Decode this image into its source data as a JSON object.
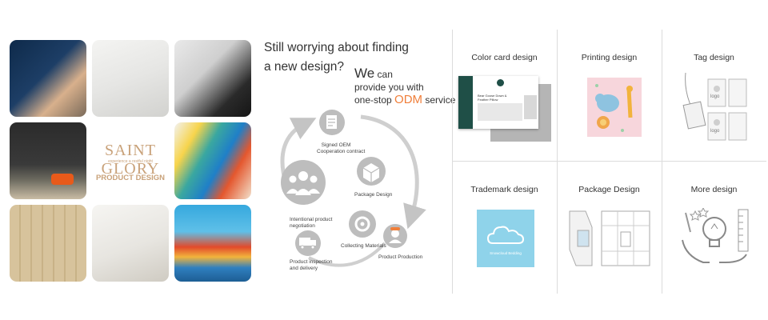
{
  "logo": {
    "brand": "SAINT GLORY",
    "tagline": "experience a restful night",
    "label": "PRODUCT DESIGN"
  },
  "heading": {
    "line1": "Still worrying about finding",
    "line2": "a new design?"
  },
  "service": {
    "we": "We",
    "can": " can",
    "line2": "provide you with",
    "line3_prefix": "one-stop ",
    "odm": "ODM",
    "line3_suffix": " service"
  },
  "cycle_steps": [
    {
      "line1": "Signed OEM",
      "line2": "Cooperation contract"
    },
    {
      "line1": "Package Design",
      "line2": ""
    },
    {
      "line1": "Product Production",
      "line2": ""
    },
    {
      "line1": "Collecting Materials",
      "line2": ""
    },
    {
      "line1": "Product inspection",
      "line2": "and delivery"
    },
    {
      "line1": "Intentional product",
      "line2": "negotiation"
    }
  ],
  "categories": [
    {
      "title": "Color card design"
    },
    {
      "title": "Printing design"
    },
    {
      "title": "Tag design"
    },
    {
      "title": "Trademark design"
    },
    {
      "title": "Package Design"
    },
    {
      "title": "More design"
    }
  ],
  "color_card": {
    "product_name": "Bear Goose Down & Feather Pillow"
  },
  "tag_art": {
    "logo_text": "logo"
  },
  "trademark": {
    "brand": "Snowcloud Bedding"
  },
  "colors": {
    "accent": "#f07f3a",
    "logo_gold": "#c9a27a",
    "diagram_gray": "#bdbdbd",
    "trademark_bg": "#8fd3ea",
    "color_card_dark": "#1f4f47",
    "printing_bg": "#f7d6dc"
  },
  "icons": [
    "contract-icon",
    "package-icon",
    "worker-icon",
    "materials-icon",
    "delivery-truck-icon",
    "team-negotiation-icon",
    "lightbulb-icon",
    "hands-icon",
    "ruler-icon"
  ]
}
